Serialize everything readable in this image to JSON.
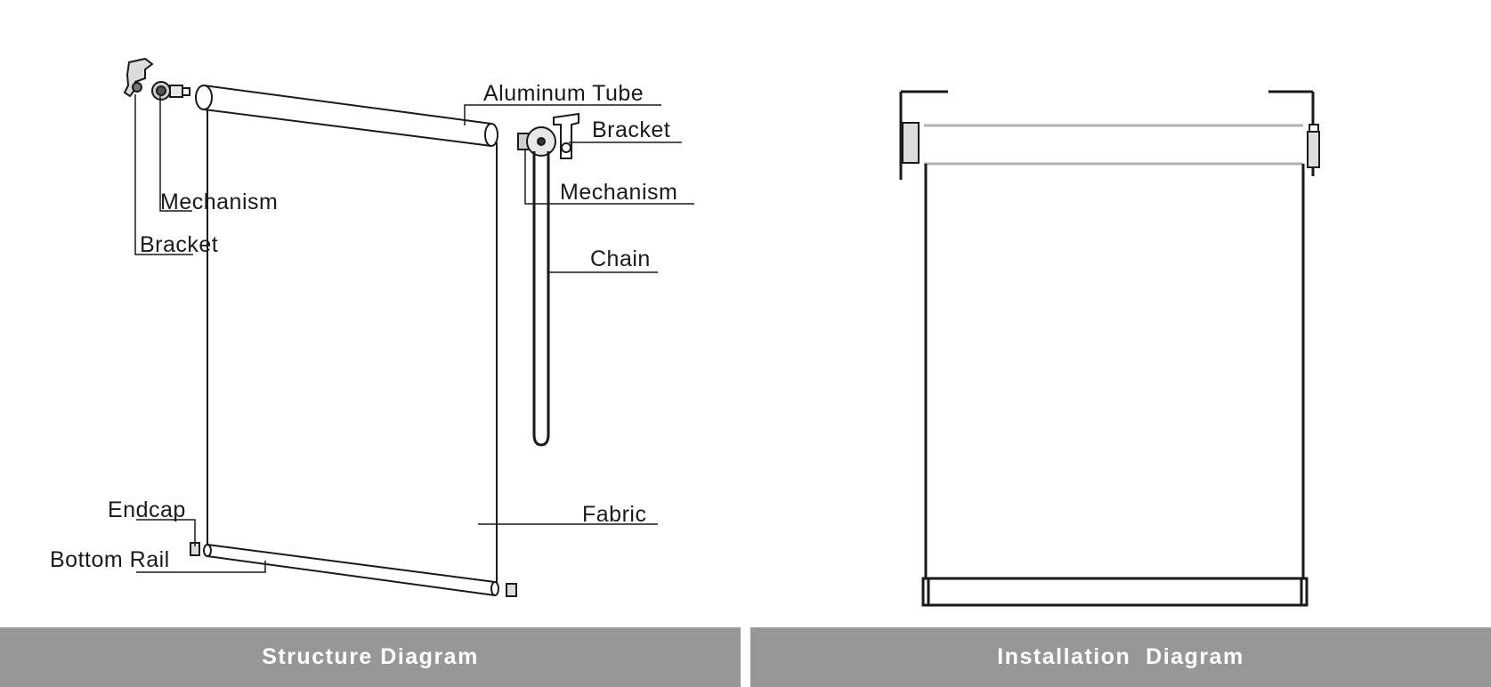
{
  "structure": {
    "labels": {
      "aluminum_tube": "Aluminum Tube",
      "bracket_right": "Bracket",
      "mechanism_left": "Mechanism",
      "bracket_left": "Bracket",
      "mechanism_right": "Mechanism",
      "chain": "Chain",
      "endcap": "Endcap",
      "fabric": "Fabric",
      "bottom_rail": "Bottom Rail"
    }
  },
  "footer": {
    "left_title": "Structure Diagram",
    "right_title": "Installation  Diagram"
  },
  "colors": {
    "footer_bg": "#979797",
    "footer_text": "#ffffff",
    "line": "#1a1a1a",
    "tube_gray": "#b0b0b0"
  }
}
